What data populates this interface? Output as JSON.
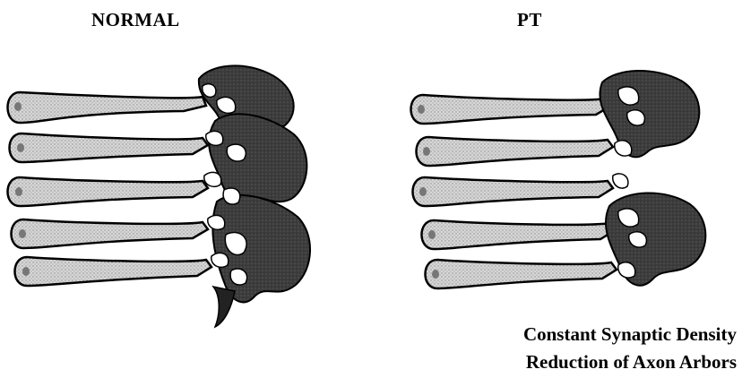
{
  "panels": [
    {
      "label": "NORMAL",
      "neuron_count": 5,
      "axon_arbors": 3
    },
    {
      "label": "PT",
      "neuron_count": 5,
      "axon_arbors": 2
    }
  ],
  "caption": {
    "line1": "Constant Synaptic Density",
    "line2": "Reduction of Axon Arbors"
  },
  "colors": {
    "dendrite_fill": "#c8c8c8",
    "axon_fill": "#3a3a3a",
    "outline": "#000000",
    "soma_nucleus": "#7a7a7a"
  }
}
